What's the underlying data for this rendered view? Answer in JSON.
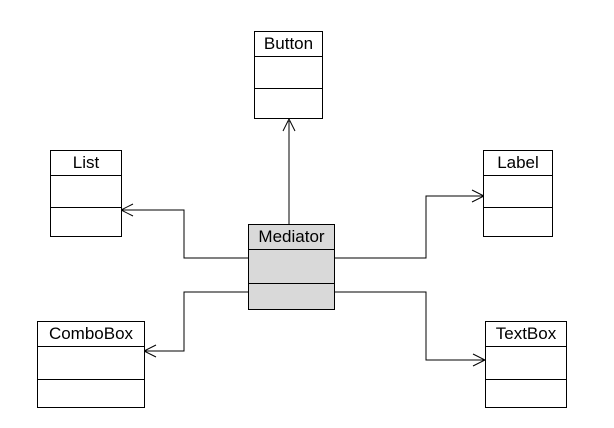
{
  "classes": {
    "button": "Button",
    "list": "List",
    "label": "Label",
    "mediator": "Mediator",
    "combobox": "ComboBox",
    "textbox": "TextBox"
  },
  "colors": {
    "mediator_fill": "#d9d9d9",
    "box_fill": "#ffffff",
    "line": "#000000"
  }
}
